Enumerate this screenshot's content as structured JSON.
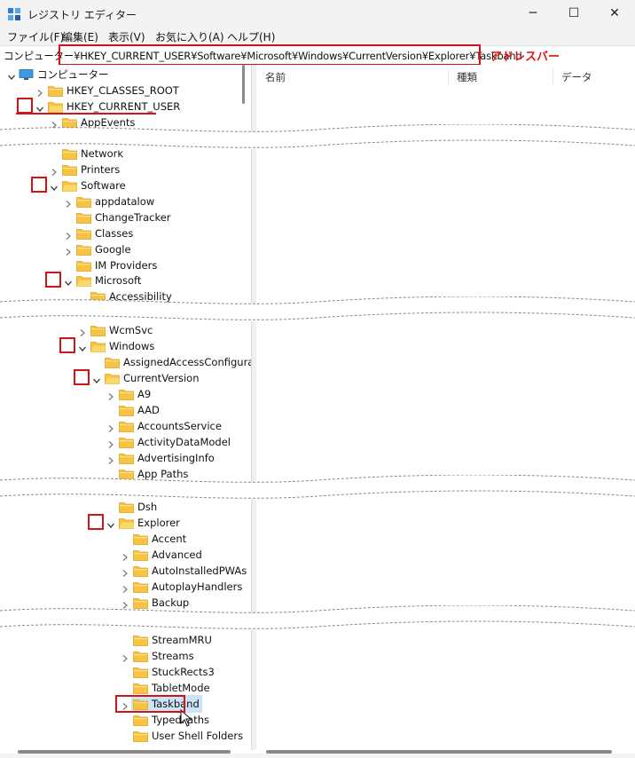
{
  "window": {
    "title": "レジストリ エディター",
    "minimize_glyph": "─",
    "maximize_glyph": "☐",
    "close_glyph": "✕"
  },
  "menu": [
    "ファイル(F)",
    "編集(E)",
    "表示(V)",
    "お気に入り(A)",
    "ヘルプ(H)"
  ],
  "address": {
    "path": "コンピューター¥HKEY_CURRENT_USER¥Software¥Microsoft¥Windows¥CurrentVersion¥Explorer¥Taskband",
    "annotation": "アドレスバー"
  },
  "tree": {
    "items": [
      {
        "label": "コンピューター",
        "expanded": true
      },
      {
        "label": "HKEY_CLASSES_ROOT",
        "expanded": false
      },
      {
        "label": "HKEY_CURRENT_USER",
        "expanded": true
      },
      {
        "label": "AppEvents",
        "expanded": false
      },
      {
        "label": "Network",
        "expanded": false
      },
      {
        "label": "Printers",
        "expanded": false
      },
      {
        "label": "Software",
        "expanded": true
      },
      {
        "label": "appdatalow",
        "expanded": false
      },
      {
        "label": "ChangeTracker",
        "expanded": false
      },
      {
        "label": "Classes",
        "expanded": false
      },
      {
        "label": "Google",
        "expanded": false
      },
      {
        "label": "IM Providers",
        "expanded": false
      },
      {
        "label": "Microsoft",
        "expanded": true
      },
      {
        "label": "Accessibility",
        "expanded": false
      },
      {
        "label": "WcmSvc",
        "expanded": false
      },
      {
        "label": "Windows",
        "expanded": true
      },
      {
        "label": "AssignedAccessConfiguratio",
        "expanded": false
      },
      {
        "label": "CurrentVersion",
        "expanded": true
      },
      {
        "label": "A9",
        "expanded": false
      },
      {
        "label": "AAD",
        "expanded": false
      },
      {
        "label": "AccountsService",
        "expanded": false
      },
      {
        "label": "ActivityDataModel",
        "expanded": false
      },
      {
        "label": "AdvertisingInfo",
        "expanded": false
      },
      {
        "label": "App Paths",
        "expanded": false
      },
      {
        "label": "Dsh",
        "expanded": false
      },
      {
        "label": "Explorer",
        "expanded": true
      },
      {
        "label": "Accent",
        "expanded": false
      },
      {
        "label": "Advanced",
        "expanded": false
      },
      {
        "label": "AutoInstalledPWAs",
        "expanded": false
      },
      {
        "label": "AutoplayHandlers",
        "expanded": false
      },
      {
        "label": "Backup",
        "expanded": false
      },
      {
        "label": "StreamMRU",
        "expanded": false
      },
      {
        "label": "Streams",
        "expanded": false
      },
      {
        "label": "StuckRects3",
        "expanded": false
      },
      {
        "label": "TabletMode",
        "expanded": false
      },
      {
        "label": "Taskband",
        "expanded": false,
        "selected": true
      },
      {
        "label": "TypedPaths",
        "expanded": false
      },
      {
        "label": "User Shell Folders",
        "expanded": false
      }
    ]
  },
  "list": {
    "columns": [
      "名前",
      "種類",
      "データ"
    ]
  },
  "colors": {
    "folder": "#f6c343",
    "annotation_red": "#d41414",
    "selection": "#cce4f7"
  }
}
